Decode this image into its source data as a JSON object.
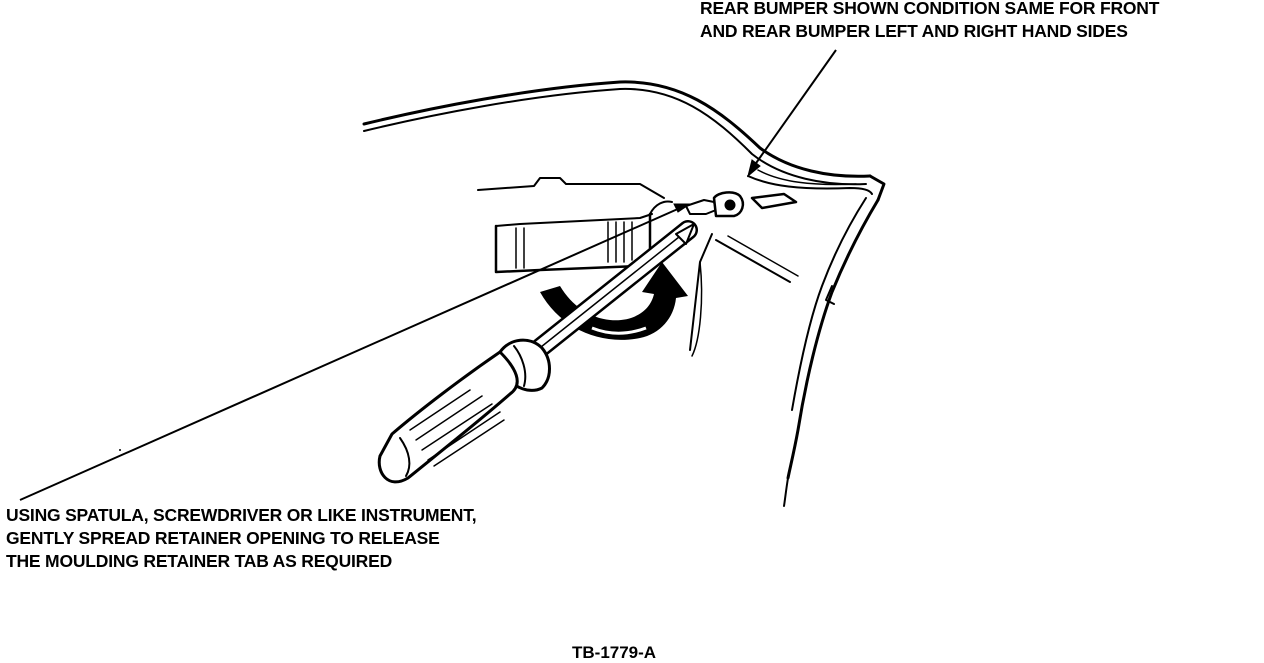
{
  "callouts": {
    "top": {
      "line1": "REAR BUMPER SHOWN CONDITION SAME FOR FRONT",
      "line2": "AND REAR BUMPER LEFT AND RIGHT HAND SIDES"
    },
    "bottom": {
      "line1": "USING SPATULA, SCREWDRIVER OR LIKE INSTRUMENT,",
      "line2": "GENTLY SPREAD RETAINER OPENING TO RELEASE",
      "line3": "THE MOULDING RETAINER TAB AS REQUIRED"
    }
  },
  "figure_id": "TB-1779-A",
  "colors": {
    "ink": "#000000",
    "paper": "#ffffff"
  },
  "icons": {
    "tool": "screwdriver-icon",
    "motion": "rotation-arrow-icon"
  }
}
